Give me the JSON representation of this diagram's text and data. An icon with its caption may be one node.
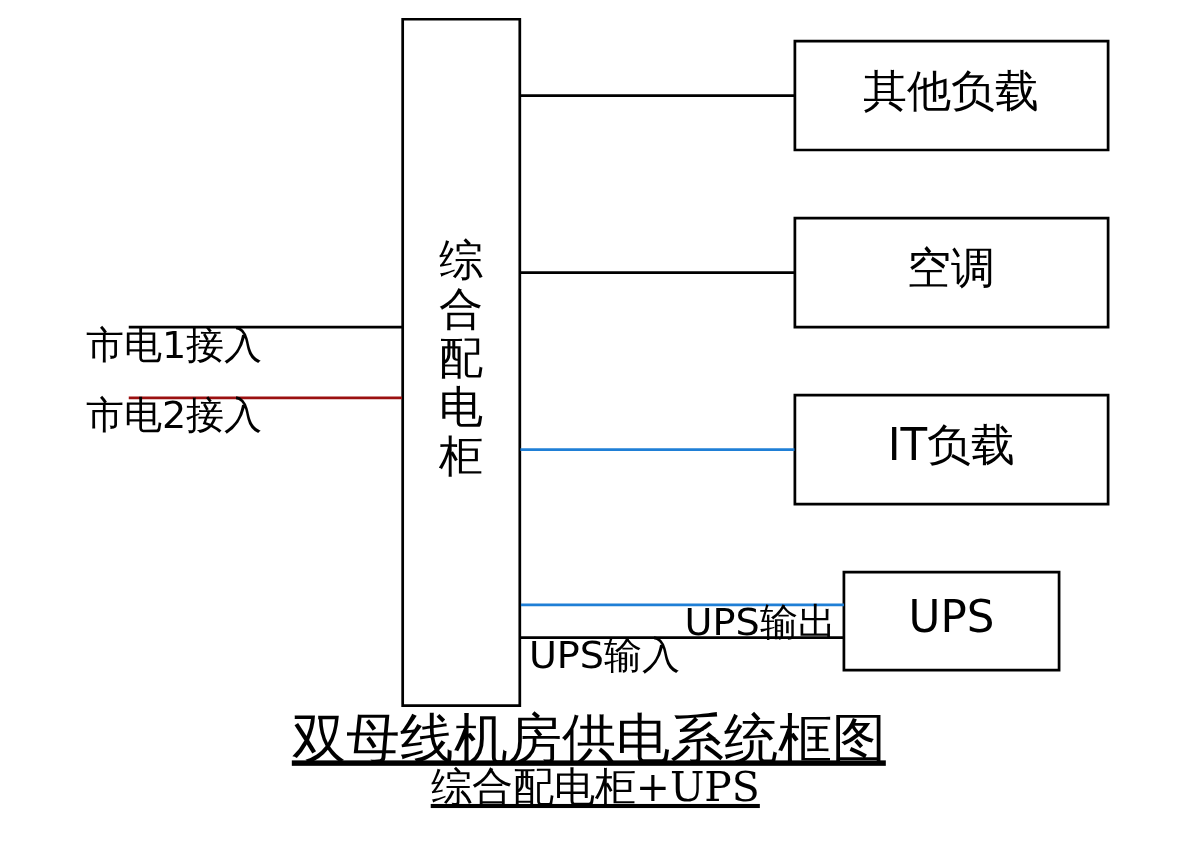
{
  "diagram": {
    "title": "双母线机房供电系统框图",
    "caption": "综合配电柜+UPS",
    "nodes": [
      {
        "text": [
          "综合配电柜"
        ]
      },
      {
        "text": [
          "其他负载"
        ]
      },
      {
        "text": [
          "空调"
        ]
      },
      {
        "text": [
          "IT负载"
        ]
      },
      {
        "text": [
          "UPS"
        ]
      }
    ],
    "edges": [
      {
        "from": null,
        "to": 0,
        "arrow": "none",
        "label": "市电1接入"
      },
      {
        "from": null,
        "to": 0,
        "arrow": "none",
        "label": "市电2接入",
        "color": "#9b1010"
      },
      {
        "from": 0,
        "to": 1,
        "arrow": "none"
      },
      {
        "from": 0,
        "to": 2,
        "arrow": "none"
      },
      {
        "from": 0,
        "to": 3,
        "arrow": "none",
        "color": "#1f7fd6"
      },
      {
        "from": 0,
        "to": 4,
        "arrow": "none",
        "label": "UPS输入"
      },
      {
        "from": 4,
        "to": 0,
        "arrow": "none",
        "label": "UPS输出",
        "color": "#1f7fd6"
      }
    ]
  }
}
